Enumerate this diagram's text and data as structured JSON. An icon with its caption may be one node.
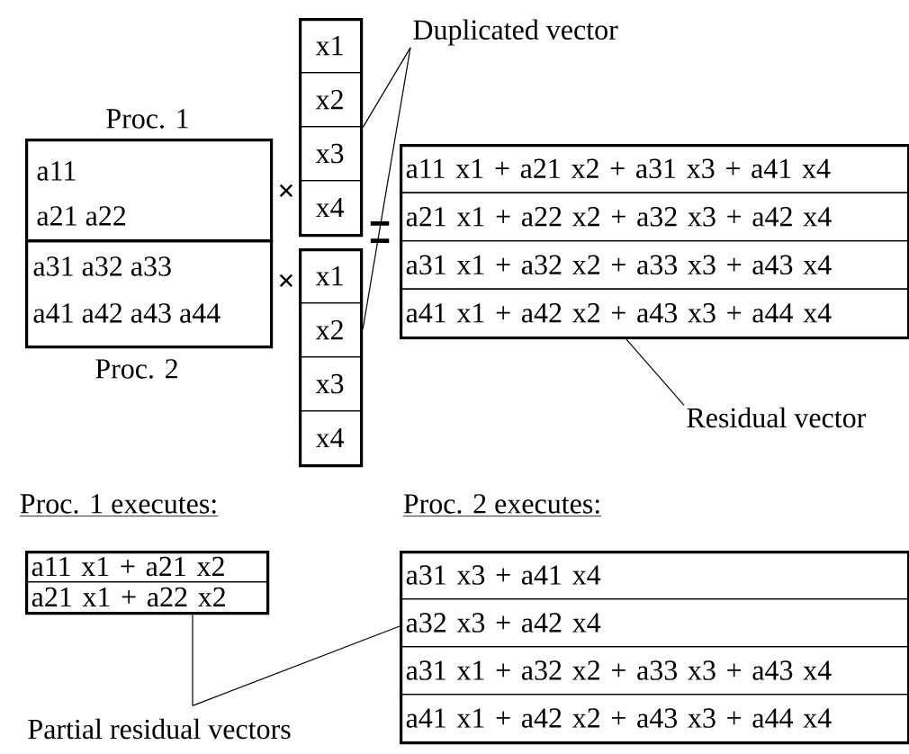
{
  "diagram": {
    "nodes": [
      {
        "text": [],
        "shape": "box"
      },
      {
        "text": [
          "x1"
        ],
        "in": 0
      },
      {
        "text": [
          "x2"
        ],
        "in": 0
      },
      {
        "text": [
          "x3"
        ],
        "in": 0
      },
      {
        "text": [
          "x4"
        ],
        "in": 0
      },
      {
        "text": [
          "Duplicated vector"
        ]
      },
      {
        "text": [
          "Proc. 1",
          "a11",
          "a21 a22"
        ]
      },
      {
        "text": [
          "a31 a32 a33",
          "a41 a42 a43 a44",
          "Proc. 2"
        ]
      },
      {
        "text": [],
        "shape": "box"
      },
      {
        "text": [
          "x1"
        ],
        "in": 8
      },
      {
        "text": [
          "x2"
        ],
        "in": 8
      },
      {
        "text": [
          "x3"
        ],
        "in": 8
      },
      {
        "text": [
          "x4"
        ],
        "in": 8
      },
      {
        "text": [],
        "shape": "box"
      },
      {
        "text": [
          "a11 x1 + a21 x2 + a31 x3 + a41 x4"
        ],
        "in": 13
      },
      {
        "text": [
          "a21 x1 + a22 x2 + a32 x3 + a42 x4"
        ],
        "in": 13
      },
      {
        "text": [
          "a31 x1 + a32 x2 + a33 x3 + a43 x4"
        ],
        "in": 13
      },
      {
        "text": [
          "a41 x1 + a42 x2 + a43 x3 + a44 x4"
        ],
        "in": 13
      },
      {
        "text": [
          "Residual vector"
        ]
      },
      {
        "text": [],
        "shape": "box"
      },
      {
        "text": [
          "a11 x1 + a21 x2"
        ],
        "in": 19
      },
      {
        "text": [
          "a21 x1 + a22 x2"
        ],
        "in": 19
      },
      {
        "text": [],
        "shape": "box"
      },
      {
        "text": [
          "a31 x3 + a41 x4"
        ],
        "in": 22
      },
      {
        "text": [
          "a32 x3 + a42 x4"
        ],
        "in": 22
      },
      {
        "text": [
          "a31 x1 + a32 x2 + a33 x3 + a43 x4"
        ],
        "in": 22
      },
      {
        "text": [
          "a41 x1 + a42 x2 + a43 x3 + a44 x4"
        ],
        "in": 22
      },
      {
        "text": [
          "Partial residual vectors"
        ]
      }
    ],
    "edges": [
      {
        "from": 5,
        "to": 0,
        "arrow": "none"
      },
      {
        "from": 5,
        "to": 8,
        "arrow": "none"
      },
      {
        "from": 18,
        "to": 13,
        "arrow": "none"
      },
      {
        "from": 27,
        "to": 19,
        "arrow": "none"
      },
      {
        "from": 27,
        "to": 22,
        "arrow": "none"
      }
    ],
    "labels": [
      "×",
      "×",
      "=",
      "Proc. 1 executes:",
      "Proc. 2 executes:"
    ]
  }
}
